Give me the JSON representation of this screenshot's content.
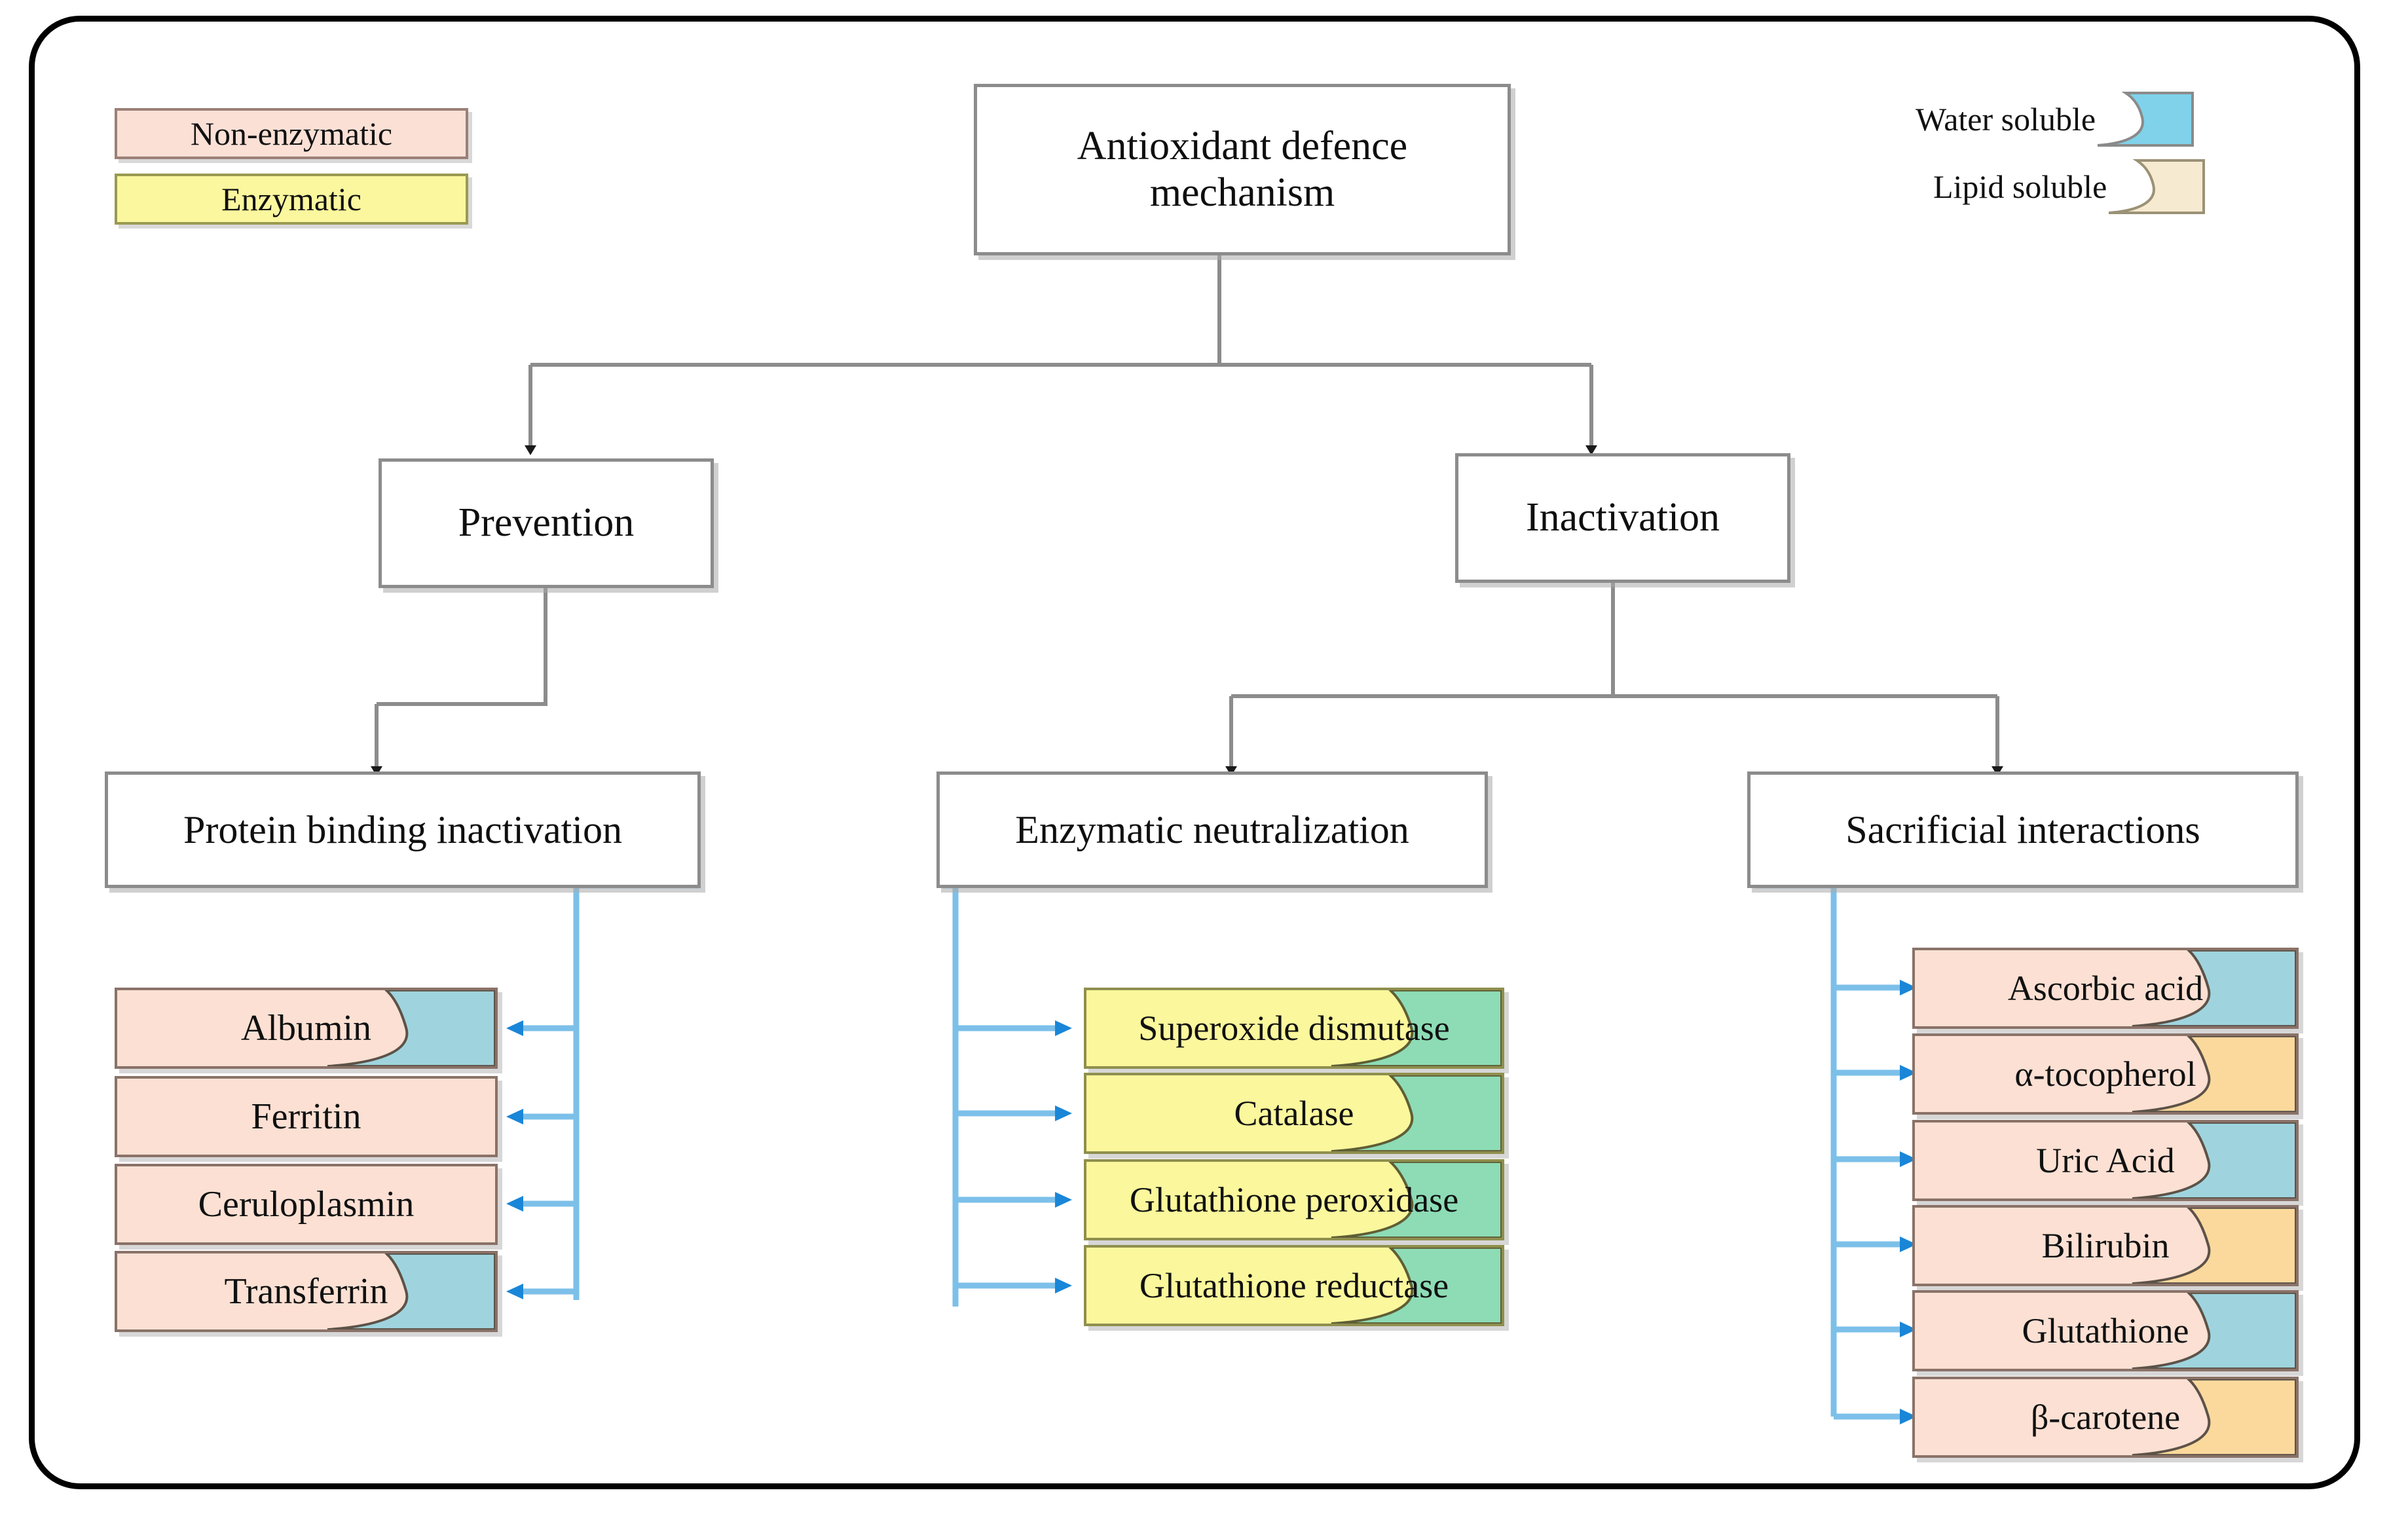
{
  "diagram": {
    "title": "Antioxidant defence mechanism",
    "root": {
      "label": "Antioxidant defence mechanism"
    },
    "legend_category": {
      "items": [
        {
          "label": "Non-enzymatic",
          "color": "#fbe0d6",
          "border": "#9c8077"
        },
        {
          "label": "Enzymatic",
          "color": "#fbf79e",
          "border": "#9a9a52"
        }
      ]
    },
    "legend_solubility": {
      "items": [
        {
          "label": "Water soluble",
          "color": "#7fd2ea",
          "border": "#8a8a8a"
        },
        {
          "label": "Lipid soluble",
          "color": "#f6ead0",
          "border": "#9b9276"
        }
      ]
    },
    "level2": [
      {
        "label": "Prevention"
      },
      {
        "label": "Inactivation"
      }
    ],
    "level3": [
      {
        "label": "Protein binding inactivation"
      },
      {
        "label": "Enzymatic neutralization"
      },
      {
        "label": "Sacrificial interactions"
      }
    ],
    "groups": [
      {
        "parent": "Protein binding inactivation",
        "arrow_direction": "left",
        "items": [
          {
            "label": "Albumin",
            "category": "non-enzymatic",
            "solubility": "water",
            "wave": true
          },
          {
            "label": "Ferritin",
            "category": "non-enzymatic",
            "solubility": "none",
            "wave": false
          },
          {
            "label": "Ceruloplasmin",
            "category": "non-enzymatic",
            "solubility": "none",
            "wave": false
          },
          {
            "label": "Transferrin",
            "category": "non-enzymatic",
            "solubility": "water",
            "wave": true
          }
        ]
      },
      {
        "parent": "Enzymatic neutralization",
        "arrow_direction": "right",
        "items": [
          {
            "label": "Superoxide dismutase",
            "category": "enzymatic",
            "solubility": "water-green",
            "wave": true
          },
          {
            "label": "Catalase",
            "category": "enzymatic",
            "solubility": "water-green",
            "wave": true
          },
          {
            "label": "Glutathione peroxidase",
            "category": "enzymatic",
            "solubility": "water-green",
            "wave": true
          },
          {
            "label": "Glutathione reductase",
            "category": "enzymatic",
            "solubility": "water-green",
            "wave": true
          }
        ]
      },
      {
        "parent": "Sacrificial interactions",
        "arrow_direction": "right",
        "items": [
          {
            "label": "Ascorbic acid",
            "category": "non-enzymatic",
            "solubility": "water",
            "wave": true
          },
          {
            "label": "α-tocopherol",
            "category": "non-enzymatic",
            "solubility": "lipid",
            "wave": true
          },
          {
            "label": "Uric Acid",
            "category": "non-enzymatic",
            "solubility": "water",
            "wave": true
          },
          {
            "label": "Bilirubin",
            "category": "non-enzymatic",
            "solubility": "lipid",
            "wave": true
          },
          {
            "label": "Glutathione",
            "category": "non-enzymatic",
            "solubility": "water",
            "wave": true
          },
          {
            "label": "β-carotene",
            "category": "non-enzymatic",
            "solubility": "lipid",
            "wave": true
          }
        ]
      }
    ],
    "colors": {
      "water_soluble": "#9fd4de",
      "water_soluble_legend": "#7fd2ea",
      "lipid_soluble": "#fbd99c",
      "lipid_soluble_legend": "#f6ead0",
      "enzyme_green": "#8ddcb6",
      "non_enzymatic_fill": "#fbe0d3",
      "enzymatic_fill": "#fbf79c",
      "connector_gray": "#8c8c8c",
      "connector_blue": "#7cc0ea",
      "arrow_blue": "#1a86d8",
      "frame": "#000000"
    }
  }
}
